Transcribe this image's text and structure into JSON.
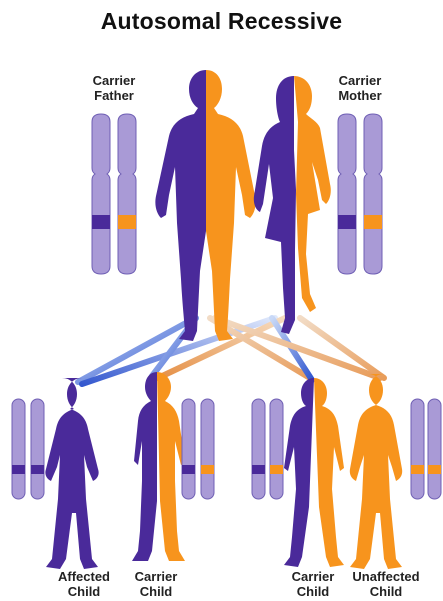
{
  "title": "Autosomal Recessive",
  "parents": {
    "father": {
      "line1": "Carrier",
      "line2": "Father"
    },
    "mother": {
      "line1": "Carrier",
      "line2": "Mother"
    }
  },
  "children": [
    {
      "line1": "Affected",
      "line2": "Child"
    },
    {
      "line1": "Carrier",
      "line2": "Child"
    },
    {
      "line1": "Carrier",
      "line2": "Child"
    },
    {
      "line1": "Unaffected",
      "line2": "Child"
    }
  ],
  "colors": {
    "affected": "#4a2a9a",
    "unaffected": "#f7941d",
    "chromosome": "#a99ad6",
    "chromosome_edge": "#6f5fb4",
    "line_blue": "#3a5fd0",
    "line_orange": "#e59a54"
  }
}
